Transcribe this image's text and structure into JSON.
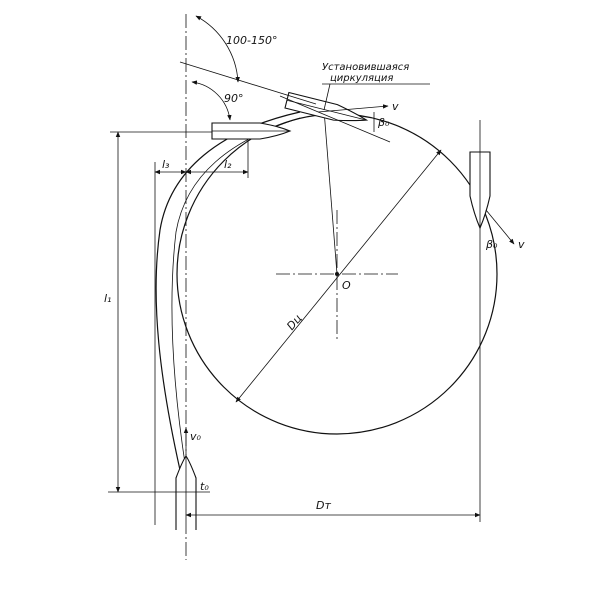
{
  "labels": {
    "angle_large": "100-150°",
    "angle_right": "90°",
    "steady_turn_line1": "Установившаяся",
    "steady_turn_line2": "циркуляция",
    "velocity": "v",
    "drift_angle_top": "β₀",
    "drift_angle_right": "β₀",
    "center": "O",
    "diameter": "Dц",
    "tactical_diameter": "Dт",
    "l1": "l₁",
    "l2": "l₂",
    "l3": "l₃",
    "v0": "v₀",
    "t0": "t₀"
  }
}
